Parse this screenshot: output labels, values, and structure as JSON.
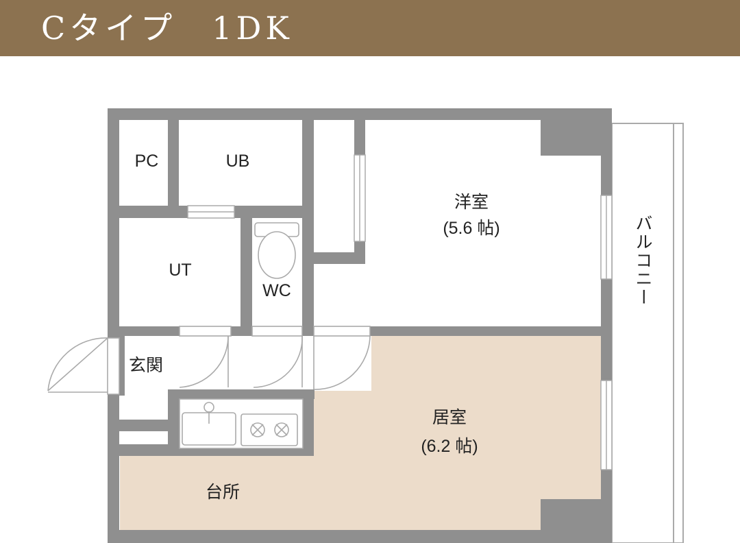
{
  "header": {
    "title": "Cタイプ　1DK"
  },
  "rooms": {
    "pc": "PC",
    "ub": "UB",
    "ut": "UT",
    "wc": "WC",
    "genkan": "玄関",
    "yoshitsu_name": "洋室",
    "yoshitsu_size": "(5.6 帖)",
    "kyoshitsu_name": "居室",
    "kyoshitsu_size": "(6.2 帖)",
    "daidokoro": "台所",
    "balcony": "バルコニー"
  },
  "colors": {
    "header_bg": "#8c7250",
    "wall": "#8f8f8f",
    "living_floor": "#ecdcca",
    "line": "#aaaaaa"
  }
}
